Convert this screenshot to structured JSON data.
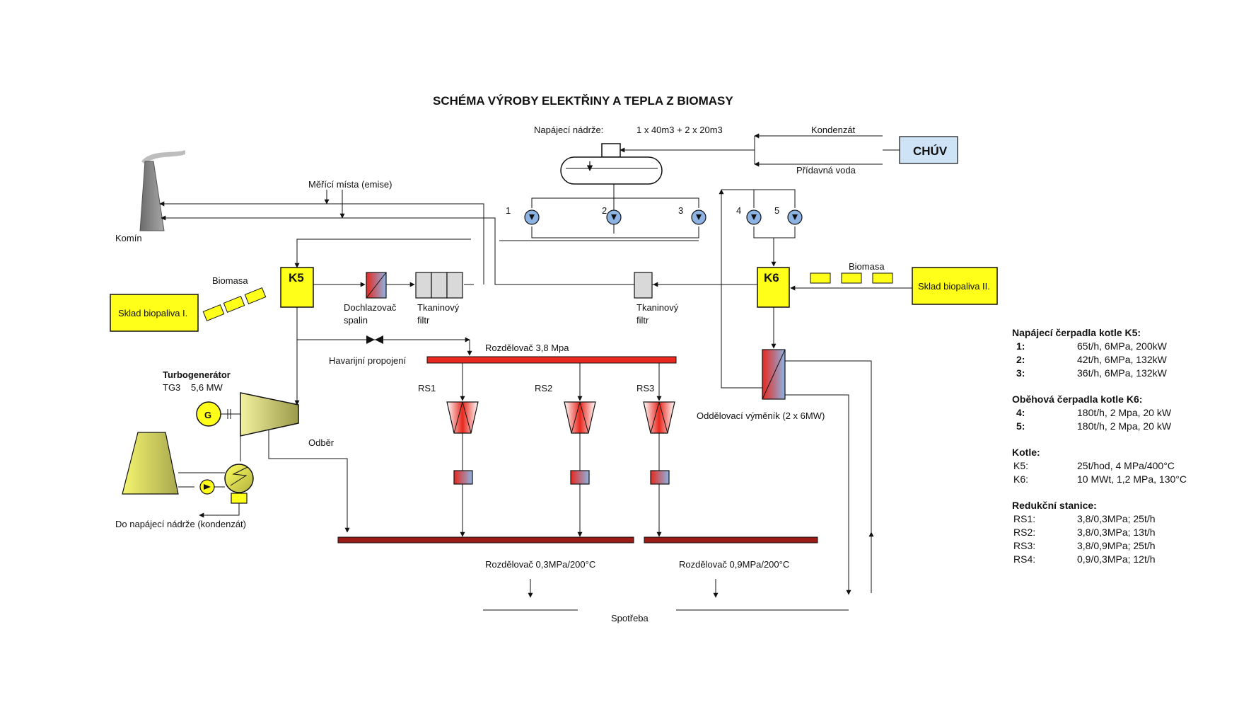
{
  "title": "SCHÉMA VÝROBY ELEKTŘINY A TEPLA Z BIOMASY",
  "labels": {
    "feed_tanks": "Napájecí nádrže:",
    "feed_tanks_size": "1 x 40m3 + 2 x 20m3",
    "condensate": "Kondenzát",
    "makeup_water": "Přídavná voda",
    "chuv": "CHÚV",
    "measuring_points": "Měřící místa (emise)",
    "chimney": "Komín",
    "pump1": "1",
    "pump2": "2",
    "pump3": "3",
    "pump4": "4",
    "pump5": "5",
    "biomass_left": "Biomasa",
    "biomass_right": "Biomasa",
    "storage1": "Sklad biopaliva I.",
    "storage2": "Sklad biopaliva II.",
    "k5": "K5",
    "k6": "K6",
    "flue_cooler_1": "Dochlazovač",
    "flue_cooler_2": "spalin",
    "filter1_1": "Tkaninový",
    "filter1_2": "filtr",
    "filter2_1": "Tkaninový",
    "filter2_2": "filtr",
    "emergency": "Havarijní propojení",
    "distributor_38": "Rozdělovač 3,8 Mpa",
    "rs1": "RS1",
    "rs2": "RS2",
    "rs3": "RS3",
    "turbogenerator": "Turbogenerátor",
    "tg3": "TG3",
    "tg3_power": "5,6 MW",
    "generator": "G",
    "extraction": "Odběr",
    "separating_hx": "Oddělovací výměník (2 x 6MW)",
    "to_feed_tank": "Do napájecí nádrže (kondenzát)",
    "distributor_03": "Rozdělovač  0,3MPa/200°C",
    "distributor_09": "Rozdělovač  0,9MPa/200°C",
    "consumption": "Spotřeba"
  },
  "specs": [
    {
      "heading": "Napájecí čerpadla kotle K5:",
      "rows": [
        {
          "key": "1:",
          "val": "65t/h, 6MPa, 200kW",
          "bold": true
        },
        {
          "key": "2:",
          "val": "42t/h, 6MPa, 132kW",
          "bold": true
        },
        {
          "key": "3:",
          "val": "36t/h, 6MPa, 132kW",
          "bold": true
        }
      ]
    },
    {
      "heading": "Oběhová čerpadla kotle K6:",
      "rows": [
        {
          "key": "4:",
          "val": "180t/h, 2 Mpa, 20 kW",
          "bold": true
        },
        {
          "key": "5:",
          "val": "180t/h, 2 Mpa, 20 kW",
          "bold": true
        }
      ]
    },
    {
      "heading": "Kotle:",
      "rows": [
        {
          "key": "K5:",
          "val": "25t/hod, 4 MPa/400°C",
          "bold": false
        },
        {
          "key": "K6:",
          "val": "10 MWt, 1,2 MPa, 130°C",
          "bold": false
        }
      ]
    },
    {
      "heading": "Redukční stanice:",
      "rows": [
        {
          "key": "RS1:",
          "val": "3,8/0,3MPa; 25t/h",
          "bold": false
        },
        {
          "key": "RS2:",
          "val": "3,8/0,3MPa; 13t/h",
          "bold": false
        },
        {
          "key": "RS3:",
          "val": "3,8/0,9MPa; 25t/h",
          "bold": false
        },
        {
          "key": "RS4:",
          "val": "0,9/0,3MPa; 12t/h",
          "bold": false
        }
      ]
    }
  ],
  "colors": {
    "equipment_yellow": "#ffff1a",
    "chuv_blue": "#cfe3f7",
    "distributor_red": "#e8281e",
    "distributor_dark": "#9b1c16",
    "heat_hot": "#e8281e",
    "heat_cold": "#8db3e2"
  }
}
